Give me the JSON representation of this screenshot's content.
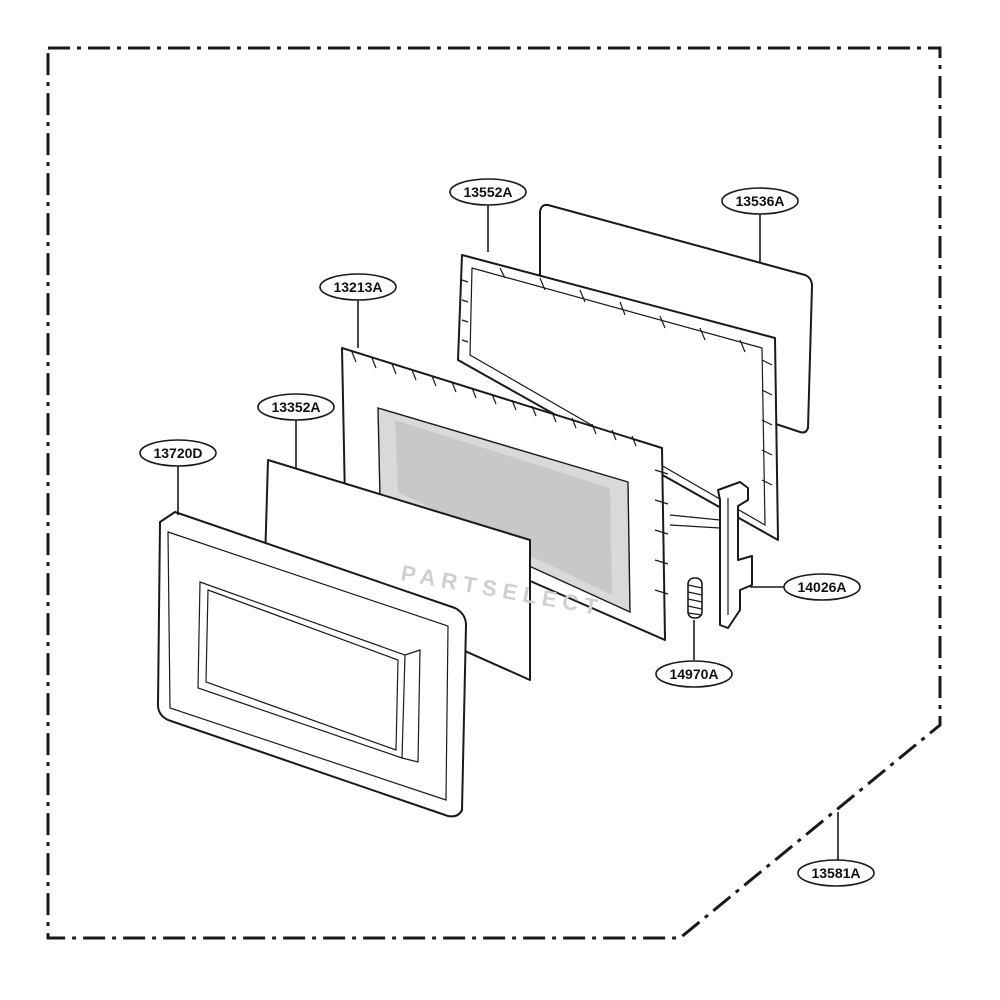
{
  "diagram": {
    "callouts": [
      {
        "id": "door-frame",
        "label": "13552A"
      },
      {
        "id": "door-window-glass",
        "label": "13536A"
      },
      {
        "id": "door-panel",
        "label": "13213A"
      },
      {
        "id": "choke-cover",
        "label": "13352A"
      },
      {
        "id": "door-front-frame",
        "label": "13720D"
      },
      {
        "id": "latch-hook",
        "label": "14026A"
      },
      {
        "id": "latch-spring",
        "label": "14970A"
      },
      {
        "id": "door-assembly",
        "label": "13581A"
      }
    ],
    "watermark": "PARTSELECT"
  }
}
